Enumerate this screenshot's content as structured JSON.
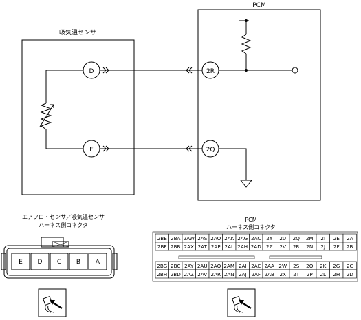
{
  "labels": {
    "pcm": "PCM",
    "sensor": "吸気温センサ",
    "conn_left_title_1": "エアフロ・センサ／吸気温センサ",
    "conn_left_title_2": "ハーネス側コネクタ",
    "conn_right_title_1": "PCM",
    "conn_right_title_2": "ハーネス側コネクタ"
  },
  "terminals": {
    "d": "D",
    "e": "E",
    "r2": "2R",
    "q2": "2Q"
  },
  "left_connector": [
    "E",
    "D",
    "C",
    "B",
    "A"
  ],
  "pcm_connector": {
    "row1": [
      "2BE",
      "2BA",
      "2AW",
      "2AS",
      "2AO",
      "2AK",
      "2AG",
      "2AC",
      "2Y",
      "2U",
      "2Q",
      "2M",
      "2I",
      "2E",
      "2A"
    ],
    "row2": [
      "2BF",
      "2BB",
      "2AX",
      "2AT",
      "2AP",
      "2AL",
      "2AH",
      "2AD",
      "2Z",
      "2V",
      "2R",
      "2N",
      "2J",
      "2F",
      "2B"
    ],
    "row3": [
      "2BG",
      "2BC",
      "2AY",
      "2AU",
      "2AQ",
      "2AM",
      "2AI",
      "2AE",
      "2AA",
      "2W",
      "2S",
      "2O",
      "2K",
      "2G",
      "2C"
    ],
    "row4": [
      "2BH",
      "2BD",
      "2AZ",
      "2AV",
      "2AR",
      "2AN",
      "2AJ",
      "2AF",
      "2AB",
      "2X",
      "2T",
      "2P",
      "2L",
      "2H",
      "2D"
    ]
  }
}
